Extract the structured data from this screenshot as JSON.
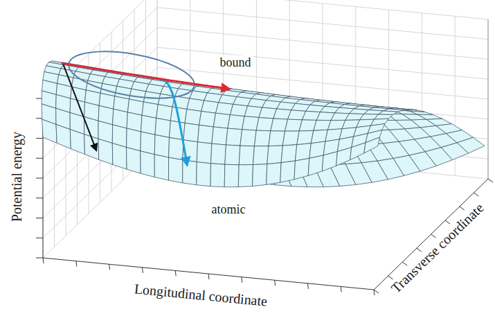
{
  "diagram": {
    "labels": [
      "bound",
      "atomic",
      "Potential energy",
      "Longitudinal coordinate",
      "Transverse coordinate"
    ]
  }
}
